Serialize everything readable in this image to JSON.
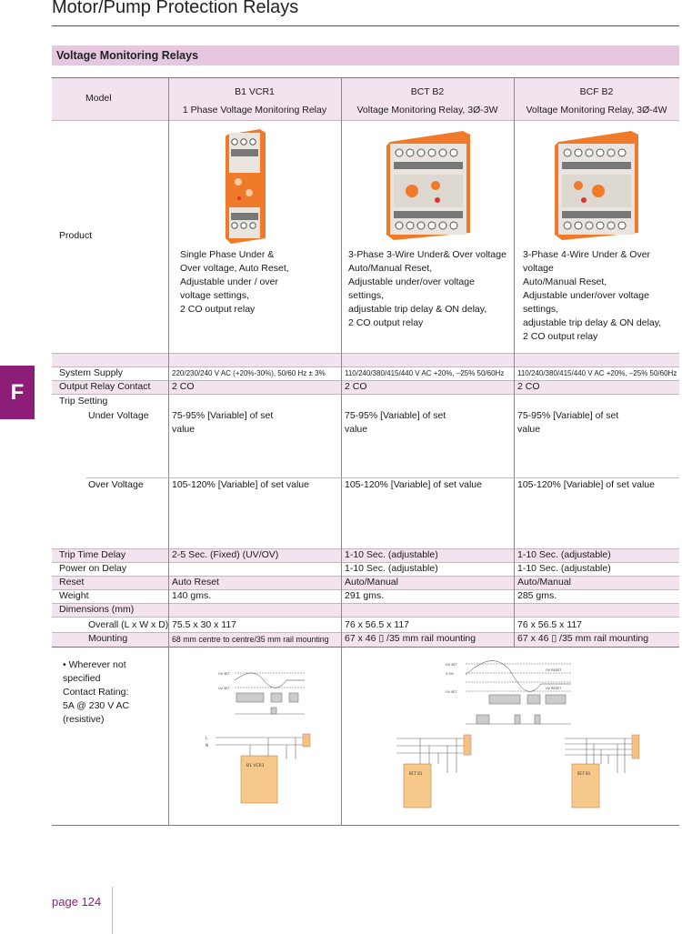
{
  "header": {
    "title": "Motor/Pump Protection Relays",
    "section": "Voltage Monitoring Relays",
    "side_tab": "F",
    "page": "page 124"
  },
  "table": {
    "model_label": "Model",
    "product_label": "Product",
    "products": [
      {
        "model": "B1 VCR1",
        "subtitle": "1 Phase Voltage Monitoring Relay",
        "description": [
          "Single Phase Under &",
          "Over voltage, Auto Reset,",
          "Adjustable under / over",
          "voltage settings,",
          "2 CO output relay"
        ],
        "system_supply": "220/230/240 V AC (+20%-30%), 50/60 Hz ± 3%",
        "output_contact": "2 CO",
        "under_voltage": [
          "75-95% [Variable] of set",
          "value"
        ],
        "over_voltage": "105-120% [Variable] of set value",
        "trip_time_delay": "2-5 Sec. (Fixed) (UV/OV)",
        "power_on_delay": "",
        "reset": "Auto Reset",
        "weight": "140 gms.",
        "overall": "75.5 x 30 x 117",
        "mounting": "68 mm centre to centre/35 mm rail mounting",
        "relay_label": "B1 VCR1"
      },
      {
        "model": "BCT B2",
        "subtitle": "Voltage Monitoring Relay, 3Ø-3W",
        "description": [
          "3-Phase 3-Wire Under& Over voltage",
          "Auto/Manual Reset,",
          "Adjustable under/over voltage",
          "settings,",
          "adjustable trip delay & ON delay,",
          "2 CO output relay"
        ],
        "system_supply": "110/240/380/415/440 V AC +20%, –25% 50/60Hz",
        "output_contact": "2 CO",
        "under_voltage": [
          "75-95% [Variable] of set",
          "value"
        ],
        "over_voltage": "105-120% [Variable] of set value",
        "trip_time_delay": "1-10 Sec. (adjustable)",
        "power_on_delay": "1-10 Sec. (adjustable)",
        "reset": "Auto/Manual",
        "weight": "291 gms.",
        "overall": "76 x 56.5 x 117",
        "mounting": "67 x 46 ▯ /35 mm rail mounting",
        "relay_label": "BCT B1"
      },
      {
        "model": "BCF B2",
        "subtitle": "Voltage Monitoring Relay, 3Ø-4W",
        "description": [
          "3-Phase 4-Wire Under & Over",
          "voltage",
          "Auto/Manual Reset,",
          "Adjustable under/over voltage",
          "settings,",
          "adjustable trip delay & ON delay,",
          "2 CO output relay"
        ],
        "system_supply": "110/240/380/415/440 V AC +20%, –25% 50/60Hz",
        "output_contact": "2 CO",
        "under_voltage": [
          "75-95% [Variable] of set",
          "value"
        ],
        "over_voltage": "105-120% [Variable] of set value",
        "trip_time_delay": "1-10 Sec. (adjustable)",
        "power_on_delay": "1-10 Sec. (adjustable)",
        "reset": "Auto/Manual",
        "weight": "285 gms.",
        "overall": "76 x 56.5 x 117",
        "mounting": "67 x 46 ▯ /35 mm rail mounting",
        "relay_label": "BCF B1"
      }
    ],
    "row_labels": {
      "system_supply": "System Supply",
      "output_contact": "Output Relay Contact",
      "trip_setting": "Trip Setting",
      "under_voltage": "Under Voltage",
      "over_voltage": "Over Voltage",
      "trip_time_delay": "Trip Time Delay",
      "power_on_delay": "Power on Delay",
      "reset": "Reset",
      "weight": "Weight",
      "dimensions": "Dimensions (mm)",
      "overall": "Overall (L x W x D)",
      "mounting": "Mounting"
    },
    "note": [
      "• Wherever not",
      "specified",
      "Contact Rating:",
      "5A @ 230 V AC",
      "(resistive)"
    ]
  },
  "diagram_labels": {
    "ov_set": "OV SET",
    "uv_set": "UV SET",
    "ov_reset": "OV RESET",
    "uv_reset": "UV RESET",
    "hys": "3-5%",
    "l1": "L",
    "n": "N"
  },
  "colors": {
    "accent": "#8c1e77",
    "section_bg": "#e6c7df",
    "row_bg": "#f3e3ef",
    "relay_orange": "#f07a2a"
  }
}
